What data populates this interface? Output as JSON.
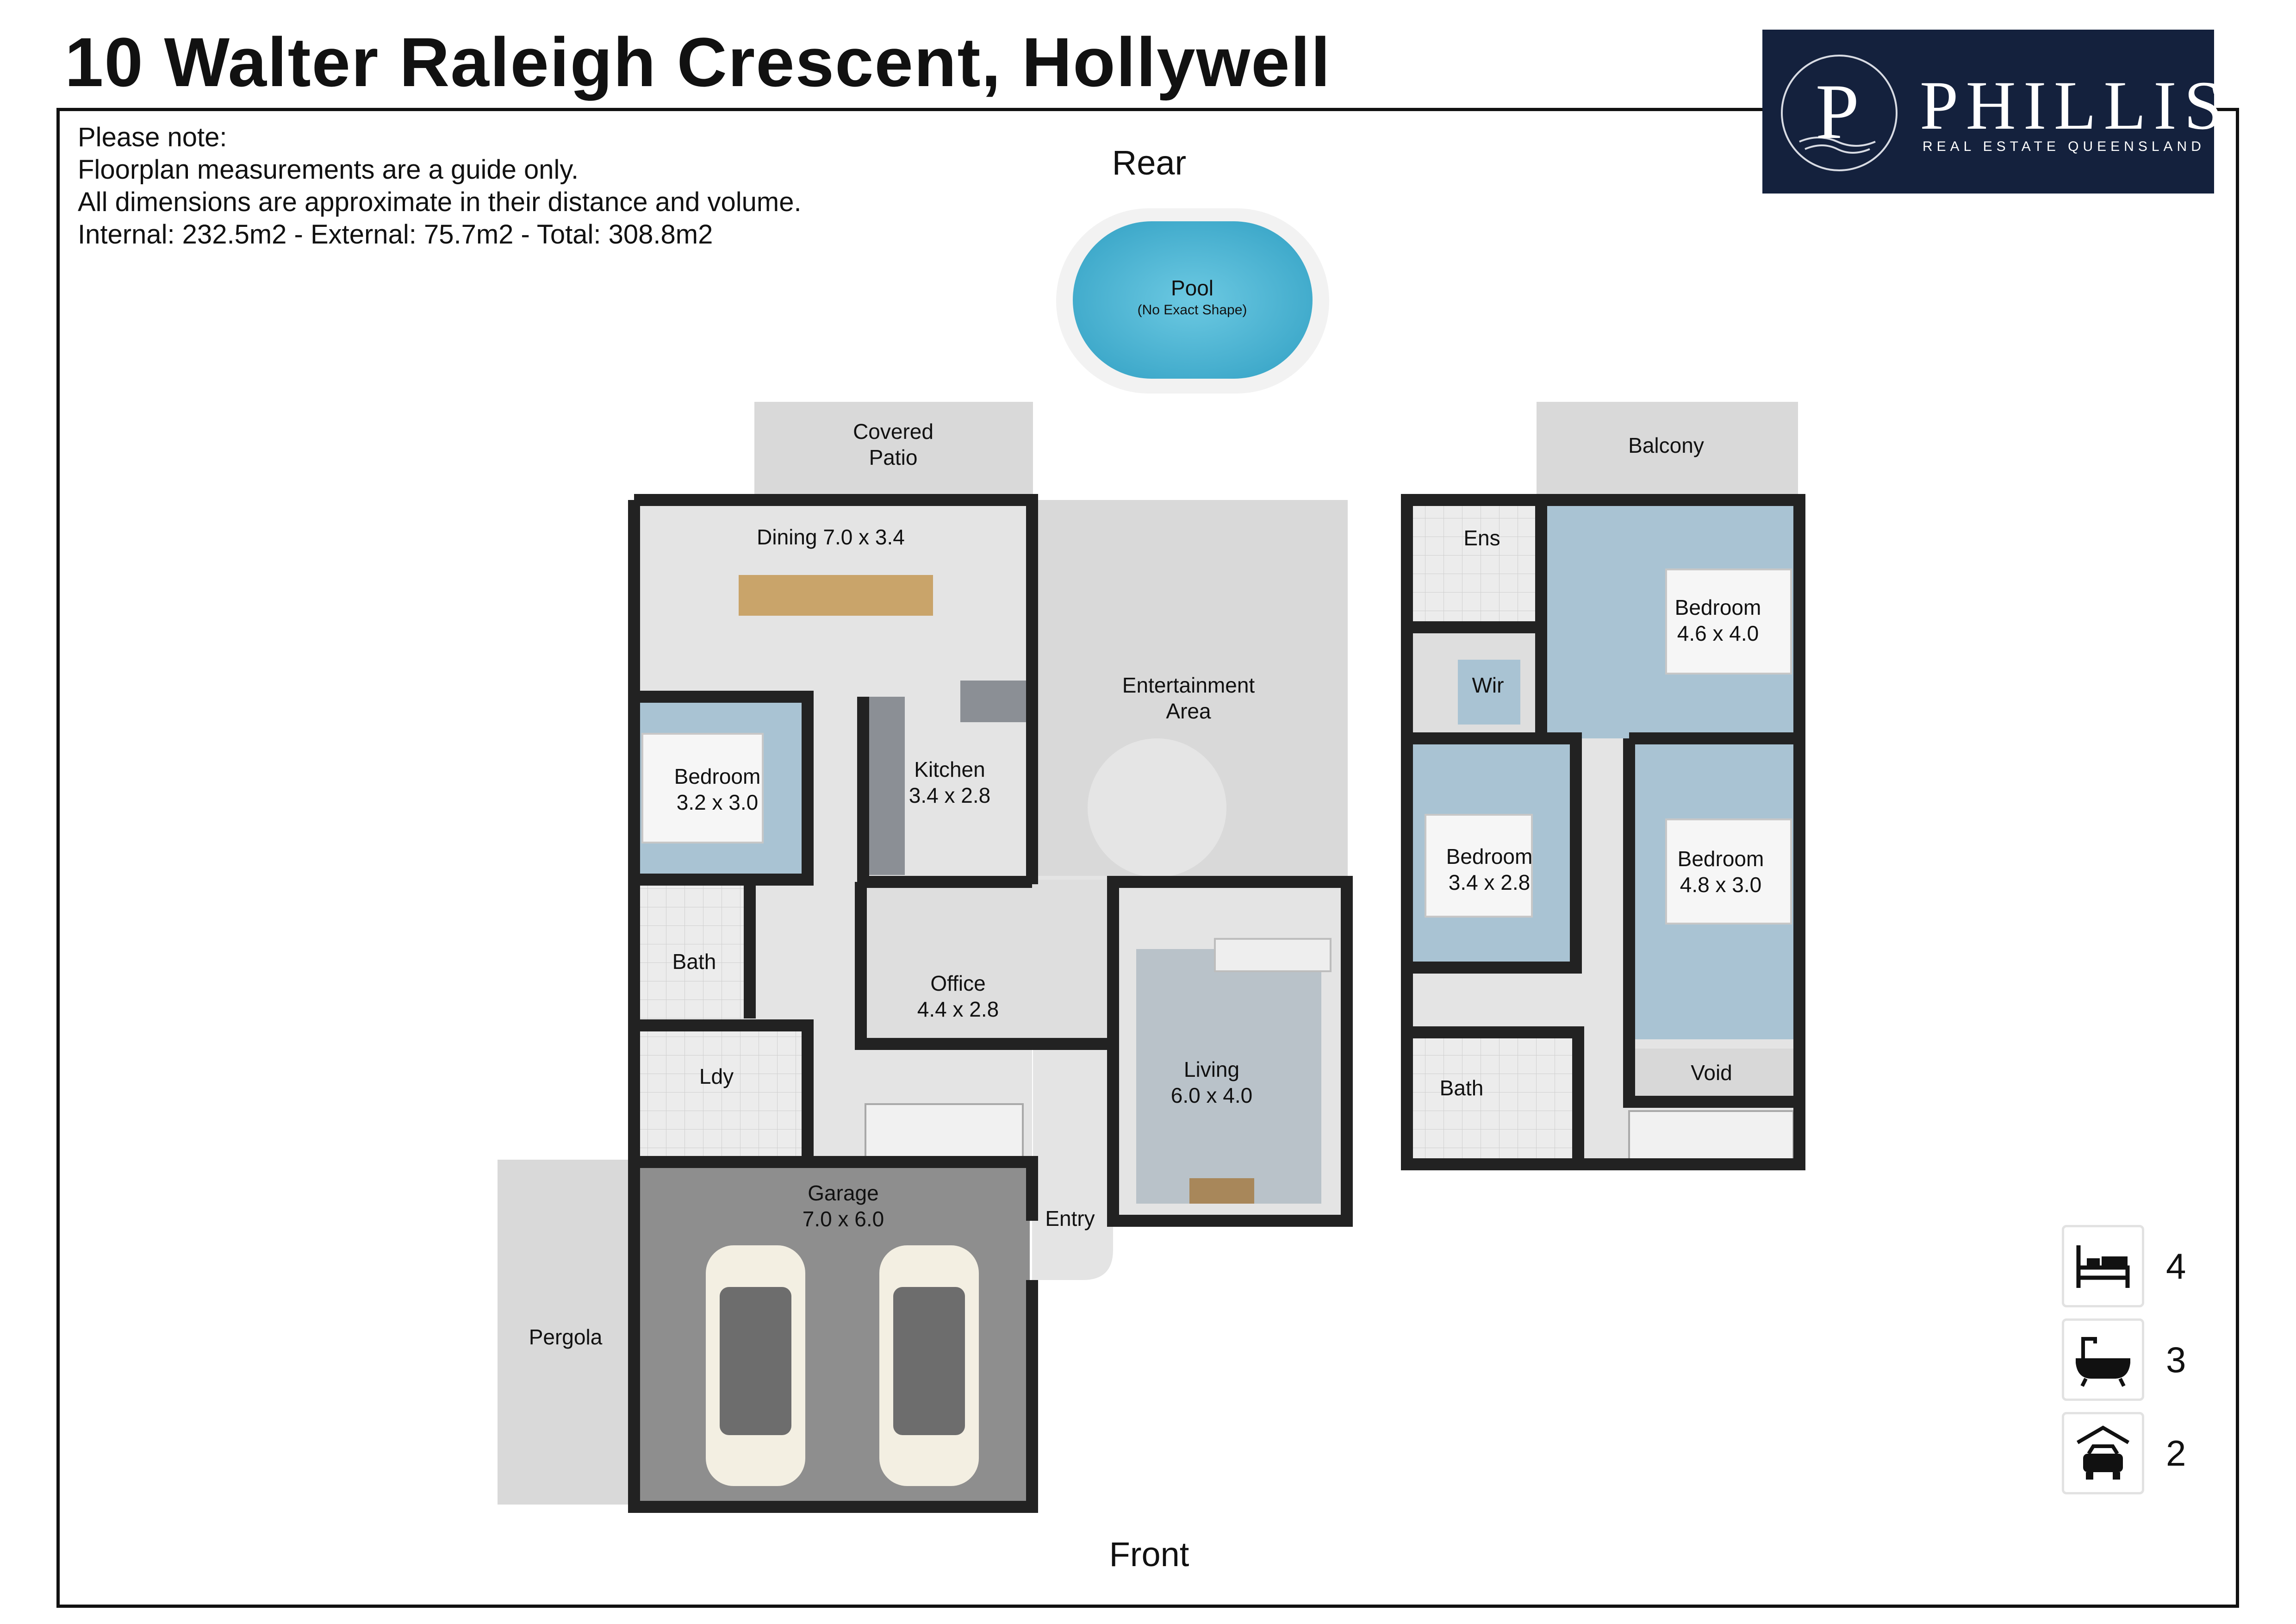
{
  "title": "10 Walter Raleigh Crescent, Hollywell",
  "notes": [
    "Please note:",
    "Floorplan measurements are a guide only.",
    "All dimensions are approximate in their distance and volume.",
    "Internal: 232.5m2 - External: 75.7m2 - Total: 308.8m2"
  ],
  "logo": {
    "letter": "P",
    "name": "PHILLIS",
    "tagline": "REAL ESTATE QUEENSLAND"
  },
  "orientation": {
    "rear": "Rear",
    "front": "Front"
  },
  "pool": {
    "name": "Pool",
    "note": "(No Exact Shape)"
  },
  "rooms": {
    "covered_patio": "Covered\nPatio",
    "dining": "Dining 7.0 x 3.4",
    "entertainment": "Entertainment\nArea",
    "kitchen": "Kitchen\n3.4 x 2.8",
    "bedroom_ground": "Bedroom\n3.2 x 3.0",
    "bath_ground": "Bath",
    "office": "Office\n4.4 x 2.8",
    "laundry": "Ldy",
    "living": "Living\n6.0 x 4.0",
    "garage": "Garage\n7.0 x 6.0",
    "entry": "Entry",
    "pergola": "Pergola",
    "balcony": "Balcony",
    "ensuite": "Ens",
    "wir": "Wir",
    "bedroom_master": "Bedroom\n4.6 x 4.0",
    "bedroom_upper_left": "Bedroom\n3.4 x 2.8",
    "bedroom_upper_right": "Bedroom\n4.8 x 3.0",
    "bath_upper": "Bath",
    "void": "Void"
  },
  "features": [
    {
      "icon": "bed-icon",
      "value": "4"
    },
    {
      "icon": "bath-icon",
      "value": "3"
    },
    {
      "icon": "car-icon",
      "value": "2"
    }
  ],
  "colors": {
    "wall": "#222222",
    "floor": "#e4e4e4",
    "bedroom": "#a9c3d3",
    "pool": "#4fb6d4",
    "brand": "#14213d",
    "exterior": "#d9d9d9"
  }
}
